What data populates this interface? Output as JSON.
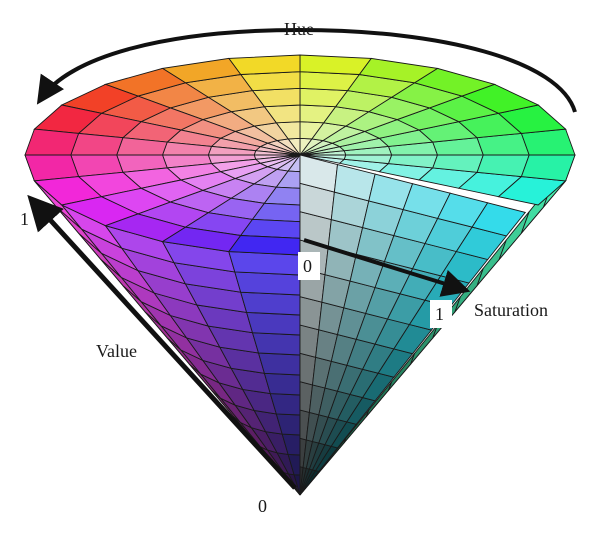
{
  "diagram": {
    "labels": {
      "hue": "Hue",
      "saturation": "Saturation",
      "value": "Value",
      "value_top": "1",
      "value_bottom": "0",
      "sat_zero": "0",
      "sat_one": "1"
    },
    "colors": {
      "background": "#ffffff",
      "grid_lines": "#1a1a1a",
      "arrows": "#111111"
    },
    "model": {
      "name_parts": [
        "Hue",
        "Saturation",
        "Value"
      ],
      "hue_wedges": 24,
      "radial_rings": 6,
      "value_layers": 12,
      "cutaway": "front wedge removed, exposing the gray value axis"
    }
  }
}
